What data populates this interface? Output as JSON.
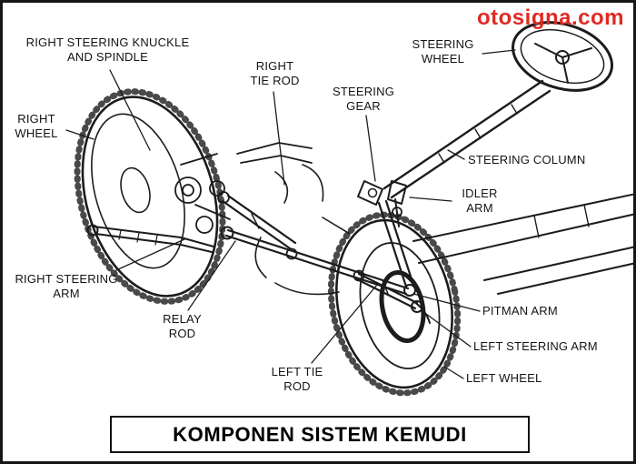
{
  "watermark": {
    "text": "otosigna.com"
  },
  "title": {
    "text": "KOMPONEN SISTEM KEMUDI"
  },
  "colors": {
    "accent_red": "#e02a23",
    "line": "#1c1c1c"
  },
  "diagram": {
    "labels": [
      {
        "name": "right-steering-knuckle-and-spindle",
        "text": "RIGHT STEERING KNUCKLE\nAND SPINDLE"
      },
      {
        "name": "right-tie-rod",
        "text": "RIGHT\nTIE ROD"
      },
      {
        "name": "steering-gear",
        "text": "STEERING\nGEAR"
      },
      {
        "name": "steering-wheel",
        "text": "STEERING\nWHEEL"
      },
      {
        "name": "right-wheel",
        "text": "RIGHT\nWHEEL"
      },
      {
        "name": "steering-column",
        "text": "STEERING COLUMN"
      },
      {
        "name": "idler-arm",
        "text": "IDLER\nARM"
      },
      {
        "name": "right-steering-arm",
        "text": "RIGHT STEERING\nARM"
      },
      {
        "name": "relay-rod",
        "text": "RELAY\nROD"
      },
      {
        "name": "pitman-arm",
        "text": "PITMAN ARM"
      },
      {
        "name": "left-steering-arm",
        "text": "LEFT STEERING ARM"
      },
      {
        "name": "left-tie-rod",
        "text": "LEFT TIE\nROD"
      },
      {
        "name": "left-wheel",
        "text": "LEFT WHEEL"
      }
    ]
  }
}
